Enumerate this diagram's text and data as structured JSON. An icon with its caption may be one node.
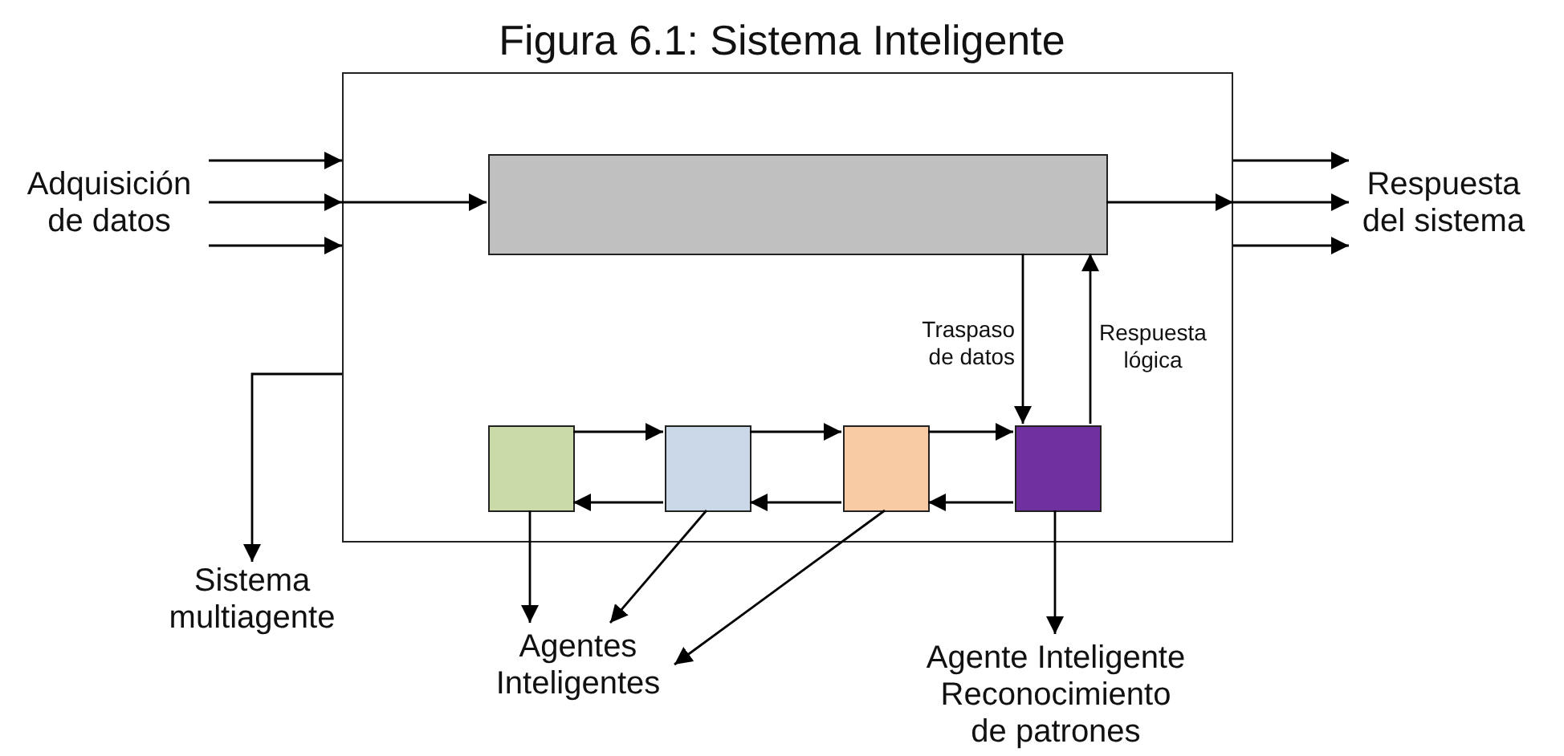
{
  "diagram": {
    "title": "Figura 6.1: Sistema Inteligente",
    "nodes": [
      {
        "text": [],
        "shape": "box"
      },
      {
        "text": [],
        "shape": "box",
        "in": 0
      },
      {
        "text": [],
        "shape": "box",
        "in": 0
      },
      {
        "text": [],
        "shape": "box",
        "in": 0
      },
      {
        "text": [],
        "shape": "box",
        "in": 0
      },
      {
        "text": [],
        "shape": "box",
        "in": 0
      },
      {
        "text": [
          "Adquisición de datos"
        ]
      },
      {
        "text": [
          "Respuesta del sistema"
        ]
      },
      {
        "text": [
          "Sistema multiagente"
        ]
      },
      {
        "text": [
          "Agentes Inteligentes"
        ]
      },
      {
        "text": [
          "Agente Inteligente Reconocimiento de patrones"
        ]
      }
    ],
    "edges": [
      {
        "from": 6,
        "to": 0,
        "arrow": "to"
      },
      {
        "from": 6,
        "to": 0,
        "arrow": "to"
      },
      {
        "from": 6,
        "to": 0,
        "arrow": "to"
      },
      {
        "from": 0,
        "to": 1,
        "arrow": "to"
      },
      {
        "from": 1,
        "to": 0,
        "arrow": "to"
      },
      {
        "from": 0,
        "to": 7,
        "arrow": "to"
      },
      {
        "from": 0,
        "to": 7,
        "arrow": "to"
      },
      {
        "from": 0,
        "to": 7,
        "arrow": "to"
      },
      {
        "from": 1,
        "to": 5,
        "arrow": "to",
        "label": "Traspaso de datos"
      },
      {
        "from": 5,
        "to": 1,
        "arrow": "to",
        "label": "Respuesta lógica"
      },
      {
        "from": 2,
        "to": 3,
        "arrow": "to"
      },
      {
        "from": 3,
        "to": 4,
        "arrow": "to"
      },
      {
        "from": 4,
        "to": 5,
        "arrow": "to"
      },
      {
        "from": 5,
        "to": 4,
        "arrow": "to"
      },
      {
        "from": 4,
        "to": 3,
        "arrow": "to"
      },
      {
        "from": 3,
        "to": 2,
        "arrow": "to"
      },
      {
        "from": 2,
        "to": 9,
        "arrow": "to"
      },
      {
        "from": 3,
        "to": 9,
        "arrow": "to"
      },
      {
        "from": 4,
        "to": 9,
        "arrow": "to"
      },
      {
        "from": 5,
        "to": 10,
        "arrow": "to"
      },
      {
        "from": 0,
        "to": 8,
        "arrow": "to"
      }
    ]
  }
}
